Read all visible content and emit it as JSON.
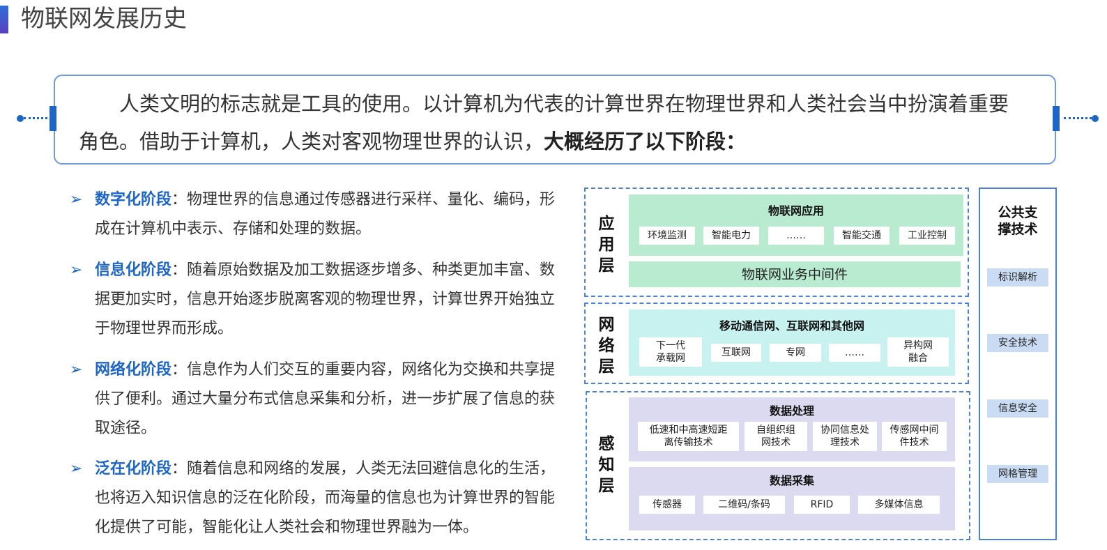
{
  "title": "物联网发展历史",
  "intro": {
    "text": "人类文明的标志就是工具的使用。以计算机为代表的计算世界在物理世界和人类社会当中扮演着重要角色。借助于计算机，人类对客观物理世界的认识，",
    "bold": "大概经历了以下阶段："
  },
  "stages": [
    {
      "term": "数字化阶段",
      "desc": "：物理世界的信息通过传感器进行采样、量化、编码，形成在计算机中表示、存储和处理的数据。"
    },
    {
      "term": "信息化阶段",
      "desc": "：随着原始数据及加工数据逐步增多、种类更加丰富、数据更加实时，信息开始逐步脱离客观的物理世界，计算世界开始独立于物理世界而形成。"
    },
    {
      "term": "网络化阶段",
      "desc": "：信息作为人们交互的重要内容，网络化为交换和共享提供了便利。通过大量分布式信息采集和分析，进一步扩展了信息的获取途径。"
    },
    {
      "term": "泛在化阶段",
      "desc": "：随着信息和网络的发展，人类无法回避信息化的生活，也将迈入知识信息的泛在化阶段，而海量的信息也为计算世界的智能化提供了可能，智能化让人类社会和物理世界融为一体。"
    }
  ],
  "diagram": {
    "application": {
      "label": "应用层",
      "panel_title": "物联网应用",
      "items": [
        "环境监测",
        "智能电力",
        "……",
        "智能交通",
        "工业控制"
      ],
      "middleware": "物联网业务中间件"
    },
    "network": {
      "label": "网络层",
      "panel_title": "移动通信网、互联网和其他网",
      "items": [
        "下一代\n承载网",
        "互联网",
        "专网",
        "……",
        "异构网\n融合"
      ]
    },
    "perception": {
      "label": "感知层",
      "processing_title": "数据处理",
      "processing_items": [
        "低速和中高速短距\n离传输技术",
        "自组织组\n网技术",
        "协同信息处\n理技术",
        "传感网中间\n件技术"
      ],
      "collection_title": "数据采集",
      "collection_items": [
        "传感器",
        "二维码/条码",
        "RFID",
        "多媒体信息"
      ]
    },
    "support": {
      "title": "公共支\n撑技术",
      "items": [
        "标识解析",
        "安全技术",
        "信息安全",
        "网格管理"
      ]
    }
  }
}
